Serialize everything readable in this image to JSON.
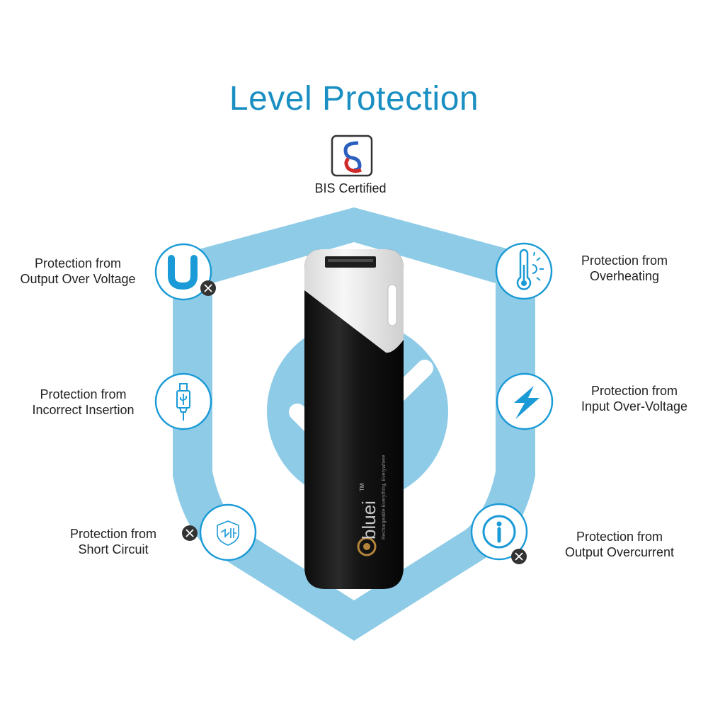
{
  "title": "Level Protection",
  "colors": {
    "accent": "#1a8fc2",
    "shield": "#8ecbe6",
    "icon_circle_stroke": "#1a9ad6",
    "badge_dark": "#333333",
    "logo_blue": "#2a5fbf",
    "logo_red": "#d02a2a"
  },
  "certification": {
    "label": "BIS Certified",
    "icon": "bis-logo-icon"
  },
  "product": {
    "brand": "bluei",
    "trademark": "TM",
    "tagline": "Rechargeable Everything, Everywhere"
  },
  "features": {
    "output_over_voltage": {
      "line1": "Protection from",
      "line2": "Output Over Voltage",
      "icon": "u-icon"
    },
    "overheating": {
      "line1": "Protection from",
      "line2": "Overheating",
      "icon": "thermometer-icon"
    },
    "incorrect_insertion": {
      "line1": "Protection from",
      "line2": "Incorrect Insertion",
      "icon": "usb-cable-icon"
    },
    "input_over_voltage": {
      "line1": "Protection from",
      "line2": "Input Over-Voltage",
      "icon": "lightning-icon"
    },
    "short_circuit": {
      "line1": "Protection from",
      "line2": "Short Circuit",
      "icon": "short-circuit-icon"
    },
    "output_overcurrent": {
      "line1": "Protection from",
      "line2": "Output Overcurrent",
      "icon": "info-icon"
    }
  }
}
